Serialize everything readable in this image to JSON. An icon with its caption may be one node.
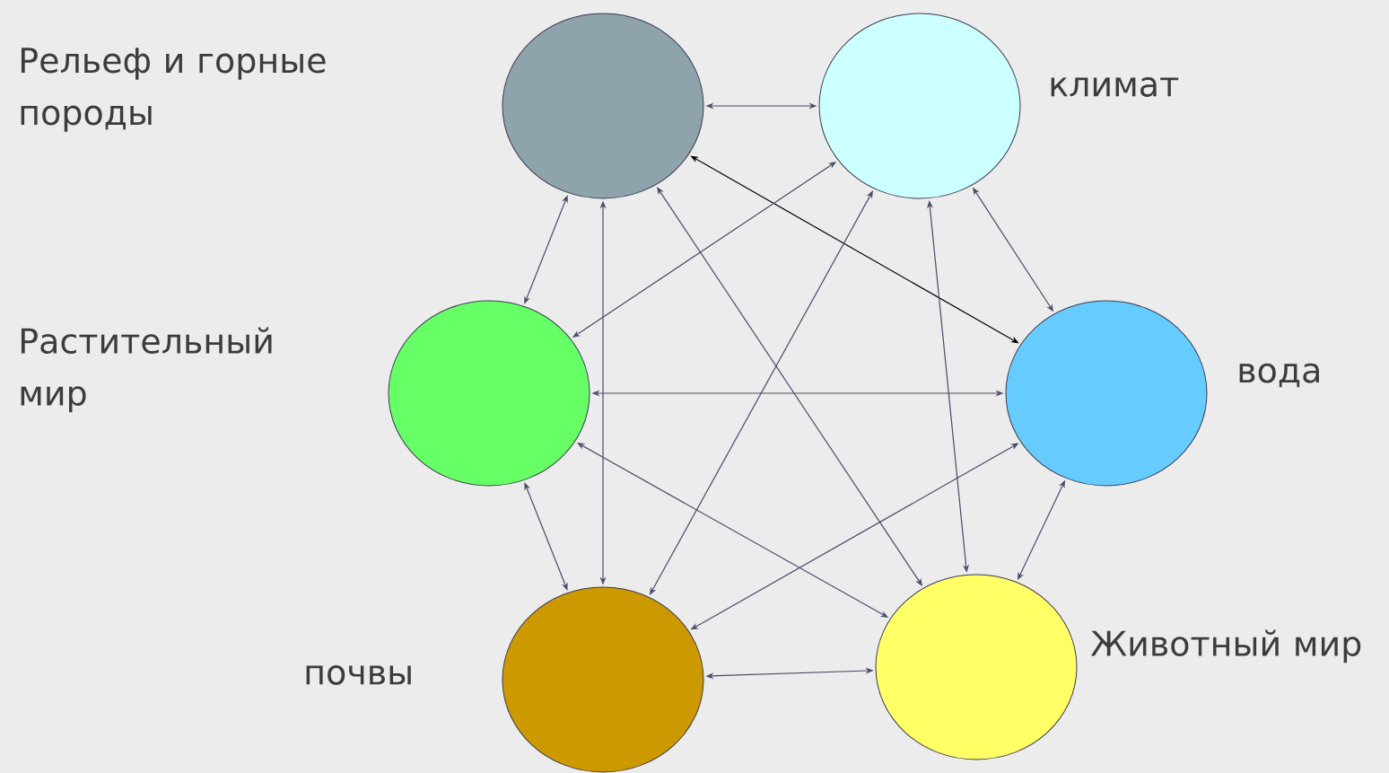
{
  "diagram": {
    "nodes": [
      {
        "text": [],
        "shape": "circle"
      },
      {
        "text": [],
        "shape": "circle",
        "beside": [
          "климат"
        ]
      },
      {
        "text": [],
        "shape": "circle",
        "beside": [
          "вода"
        ]
      },
      {
        "text": [],
        "shape": "circle",
        "beside": [
          "Растительный мир"
        ]
      },
      {
        "text": [],
        "shape": "circle",
        "beside": [
          "почвы"
        ]
      },
      {
        "text": [],
        "shape": "circle",
        "beside": [
          "Животный мир"
        ]
      }
    ],
    "edges": [
      {
        "from": 0,
        "to": 1,
        "arrow": "both"
      },
      {
        "from": 0,
        "to": 2,
        "arrow": "both",
        "color": "#000000"
      },
      {
        "from": 0,
        "to": 3,
        "arrow": "both"
      },
      {
        "from": 0,
        "to": 4,
        "arrow": "both"
      },
      {
        "from": 0,
        "to": 5,
        "arrow": "both"
      },
      {
        "from": 1,
        "to": 2,
        "arrow": "both"
      },
      {
        "from": 1,
        "to": 3,
        "arrow": "both"
      },
      {
        "from": 1,
        "to": 4,
        "arrow": "both"
      },
      {
        "from": 1,
        "to": 5,
        "arrow": "both"
      },
      {
        "from": 3,
        "to": 2,
        "arrow": "both"
      },
      {
        "from": 3,
        "to": 5,
        "arrow": "both"
      },
      {
        "from": 3,
        "to": 4,
        "arrow": "both"
      },
      {
        "from": 4,
        "to": 2,
        "arrow": "both"
      },
      {
        "from": 4,
        "to": 5,
        "arrow": "both"
      },
      {
        "from": 2,
        "to": 5,
        "arrow": "both"
      }
    ],
    "labels": [
      "Рельеф и горные породы"
    ]
  }
}
